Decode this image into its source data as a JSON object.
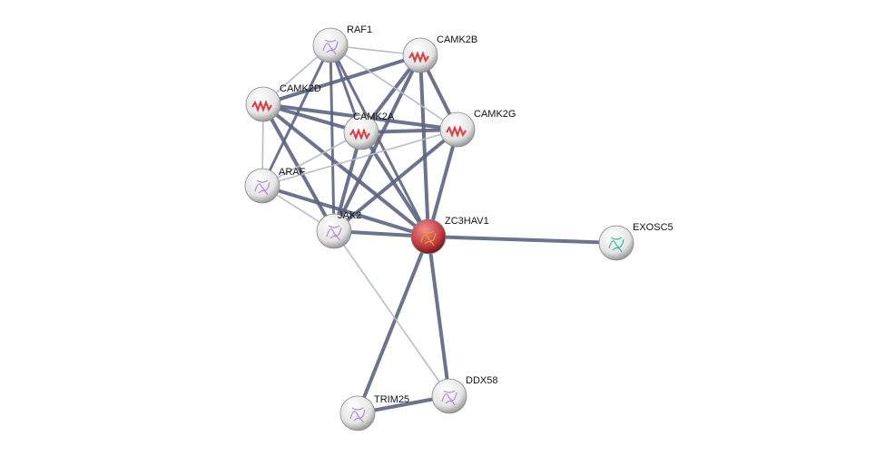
{
  "nodes": [
    {
      "id": "RAF1",
      "label": "RAF1",
      "kind": "struct",
      "query": false
    },
    {
      "id": "CAMK2B",
      "label": "CAMK2B",
      "kind": "helix",
      "query": false
    },
    {
      "id": "CAMK2D",
      "label": "CAMK2D",
      "kind": "helix",
      "query": false
    },
    {
      "id": "CAMK2A",
      "label": "CAMK2A",
      "kind": "helix",
      "query": false
    },
    {
      "id": "CAMK2G",
      "label": "CAMK2G",
      "kind": "helix",
      "query": false
    },
    {
      "id": "ARAF",
      "label": "ARAF",
      "kind": "struct",
      "query": false
    },
    {
      "id": "JAK2",
      "label": "JAK2",
      "kind": "struct",
      "query": false
    },
    {
      "id": "ZC3HAV1",
      "label": "ZC3HAV1",
      "kind": "struct",
      "query": true
    },
    {
      "id": "EXOSC5",
      "label": "EXOSC5",
      "kind": "struct",
      "query": false
    },
    {
      "id": "DDX58",
      "label": "DDX58",
      "kind": "struct",
      "query": false
    },
    {
      "id": "TRIM25",
      "label": "TRIM25",
      "kind": "struct",
      "query": false
    }
  ],
  "edges": [
    [
      "CAMK2D",
      "CAMK2B",
      3
    ],
    [
      "CAMK2D",
      "CAMK2A",
      3
    ],
    [
      "CAMK2D",
      "CAMK2G",
      3
    ],
    [
      "CAMK2D",
      "JAK2",
      3
    ],
    [
      "CAMK2D",
      "ZC3HAV1",
      3
    ],
    [
      "CAMK2B",
      "CAMK2A",
      3
    ],
    [
      "CAMK2B",
      "CAMK2G",
      3
    ],
    [
      "CAMK2B",
      "ZC3HAV1",
      3
    ],
    [
      "CAMK2B",
      "JAK2",
      3
    ],
    [
      "CAMK2A",
      "CAMK2G",
      3
    ],
    [
      "CAMK2A",
      "JAK2",
      3
    ],
    [
      "CAMK2A",
      "ZC3HAV1",
      3
    ],
    [
      "CAMK2G",
      "ZC3HAV1",
      3
    ],
    [
      "CAMK2G",
      "JAK2",
      3
    ],
    [
      "RAF1",
      "ARAF",
      2
    ],
    [
      "RAF1",
      "JAK2",
      2
    ],
    [
      "RAF1",
      "CAMK2A",
      2
    ],
    [
      "RAF1",
      "ZC3HAV1",
      2
    ],
    [
      "ARAF",
      "ZC3HAV1",
      3
    ],
    [
      "JAK2",
      "ZC3HAV1",
      3
    ],
    [
      "ZC3HAV1",
      "EXOSC5",
      3
    ],
    [
      "ZC3HAV1",
      "DDX58",
      3
    ],
    [
      "ZC3HAV1",
      "TRIM25",
      3
    ],
    [
      "TRIM25",
      "DDX58",
      3
    ],
    [
      "RAF1",
      "CAMK2B",
      1
    ],
    [
      "RAF1",
      "CAMK2D",
      1
    ],
    [
      "RAF1",
      "CAMK2G",
      1
    ],
    [
      "CAMK2D",
      "ARAF",
      1
    ],
    [
      "ARAF",
      "CAMK2A",
      1
    ],
    [
      "ARAF",
      "CAMK2G",
      1
    ],
    [
      "ARAF",
      "JAK2",
      1
    ],
    [
      "JAK2",
      "DDX58",
      1
    ]
  ],
  "colors": {
    "edge": "#5c6483",
    "edge_thin": "#b8bccb",
    "query": "#c0393e",
    "node": "#e6e6e6",
    "helix": "#e0393e"
  }
}
